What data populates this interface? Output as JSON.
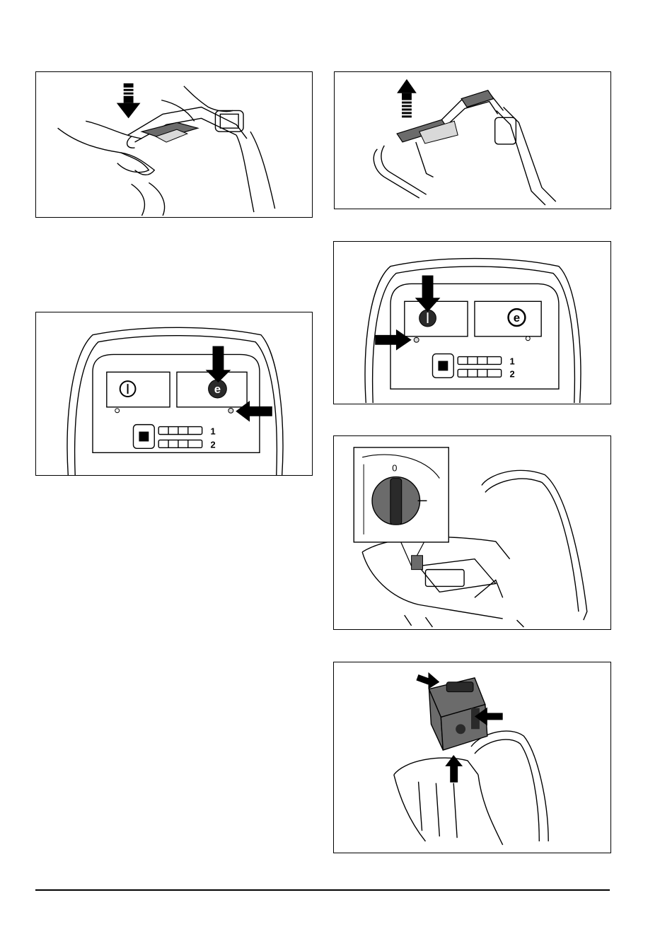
{
  "figures": {
    "fig_push_handle": {
      "id": "push-handle"
    },
    "fig_lift_handle": {
      "id": "lift-handle"
    },
    "fig_panel_eco": {
      "bar_labels": [
        "1",
        "2"
      ]
    },
    "fig_panel_power": {
      "bar_labels": [
        "1",
        "2"
      ]
    },
    "fig_main_switch": {
      "switch_labels": [
        "0"
      ]
    },
    "fig_battery_remove": {
      "id": "battery-remove"
    }
  },
  "colors": {
    "line": "#000000",
    "shade": "#6b6b6b",
    "dark": "#2a2a2a",
    "light": "#d9d9d9"
  },
  "icons": [
    "arrow-down-icon",
    "arrow-up-icon",
    "arrow-left-icon",
    "arrow-right-icon",
    "power-icon",
    "eco-icon",
    "stop-icon",
    "battery-icon"
  ]
}
